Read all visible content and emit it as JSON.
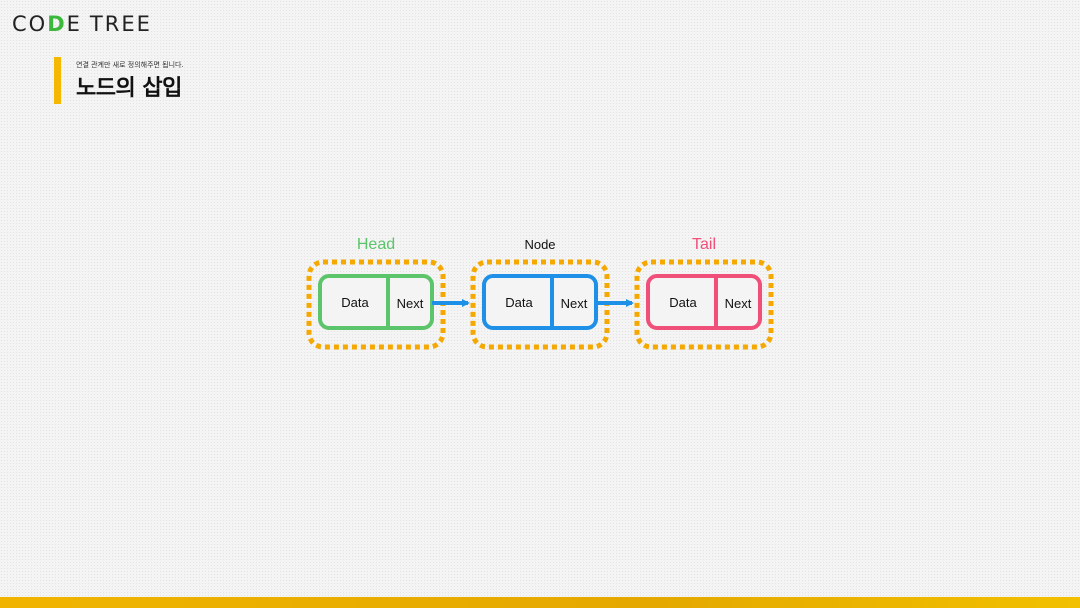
{
  "logo": {
    "part1": "CO",
    "part2": "D",
    "part3": "E",
    "part4": "TREE"
  },
  "header": {
    "subtitle": "연결 관계만 새로 정의해주면 됩니다.",
    "title": "노드의 삽입"
  },
  "colors": {
    "accent": "#f5b800",
    "head": "#5cc46a",
    "node": "#1e90e8",
    "tail": "#f04f7a",
    "dotted_border": "#f5a800",
    "arrow": "#1e90e8"
  },
  "nodes": [
    {
      "label": "Head",
      "data_text": "Data",
      "next_text": "Next",
      "color": "#5cc46a"
    },
    {
      "label": "Node",
      "data_text": "Data",
      "next_text": "Next",
      "color": "#1e90e8"
    },
    {
      "label": "Tail",
      "data_text": "Data",
      "next_text": "Next",
      "color": "#f04f7a"
    }
  ]
}
